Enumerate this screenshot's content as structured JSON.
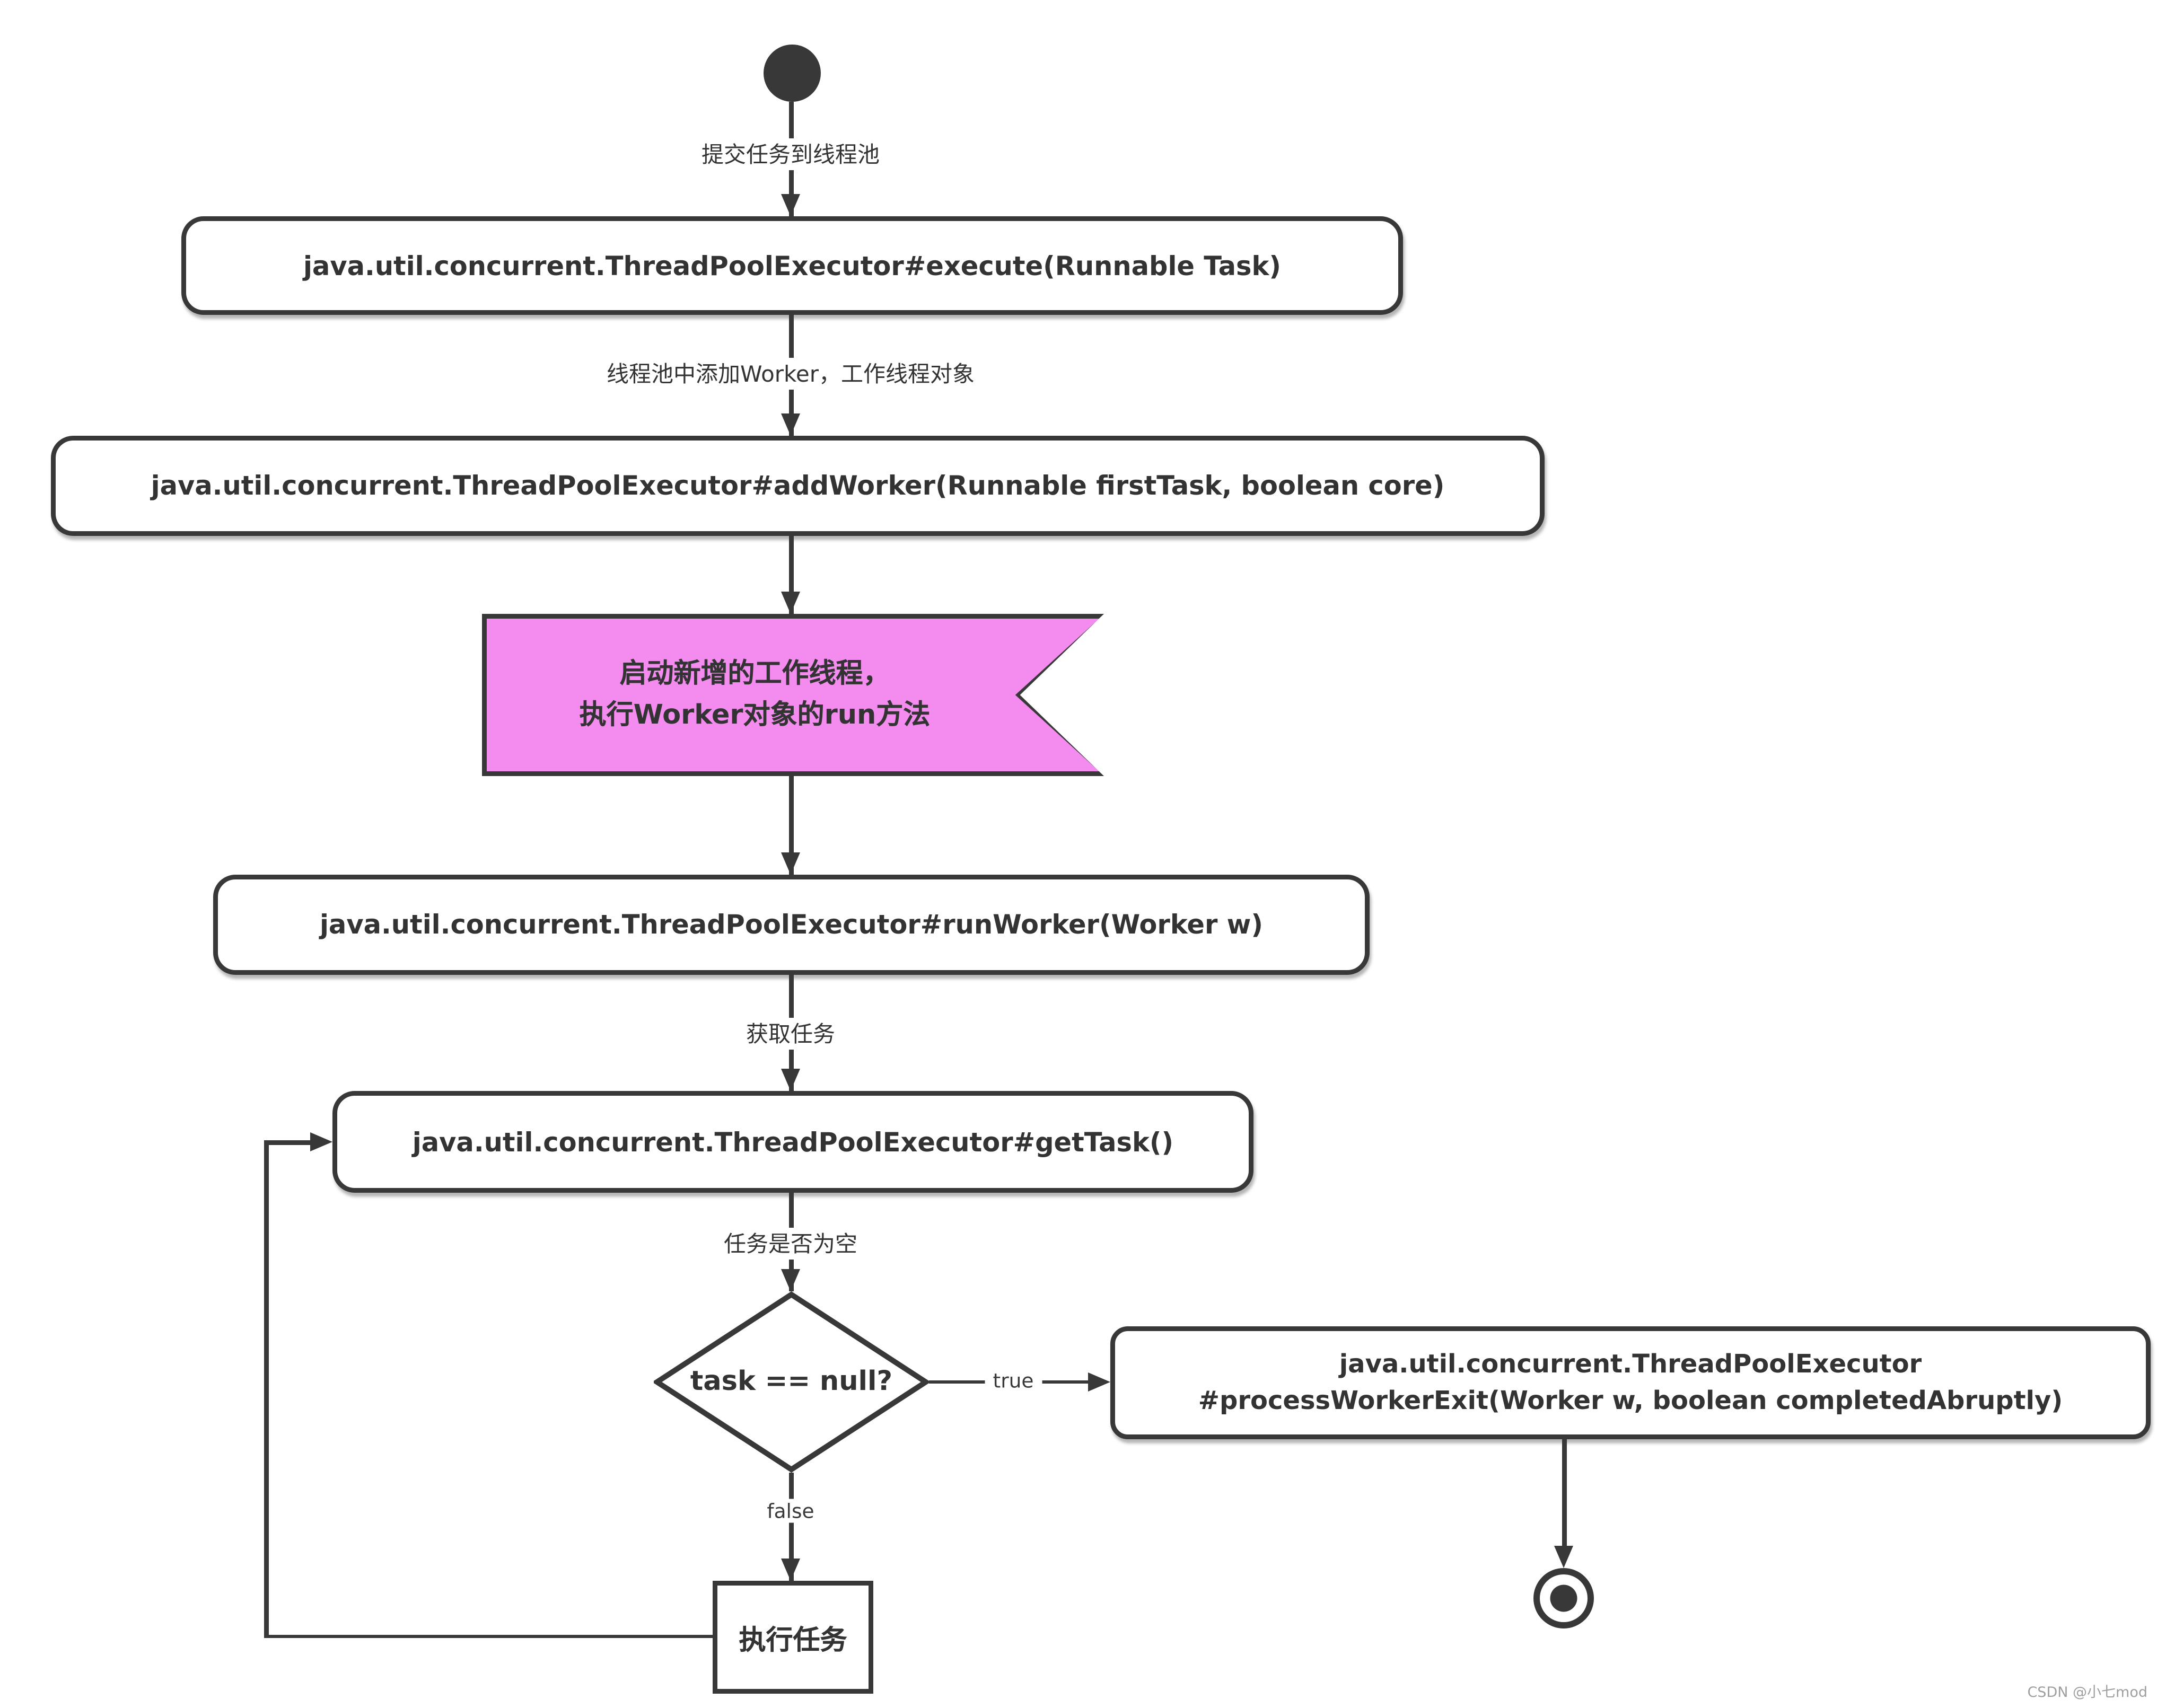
{
  "diagram": {
    "title": "ThreadPoolExecutor execution flow activity diagram",
    "nodes": {
      "execute": "java.util.concurrent.ThreadPoolExecutor#execute(Runnable Task)",
      "add_worker": "java.util.concurrent.ThreadPoolExecutor#addWorker(Runnable firstTask, boolean core)",
      "banner_line1": "启动新增的工作线程，",
      "banner_line2": "执行Worker对象的run方法",
      "run_worker": "java.util.concurrent.ThreadPoolExecutor#runWorker(Worker w)",
      "get_task": "java.util.concurrent.ThreadPoolExecutor#getTask()",
      "decision": "task == null?",
      "process_worker_exit_line1": "java.util.concurrent.ThreadPoolExecutor",
      "process_worker_exit_line2": "#processWorkerExit(Worker w, boolean completedAbruptly)",
      "execute_task": "执行任务"
    },
    "edge_labels": {
      "submit": "提交任务到线程池",
      "add_worker": "线程池中添加Worker，工作线程对象",
      "get_task": "获取任务",
      "is_null": "任务是否为空",
      "when_true": "true",
      "when_false": "false"
    },
    "colors": {
      "line": "#383838",
      "node_fill": "#ffffff",
      "banner_fill": "#F48CF0",
      "text": "#333333",
      "watermark": "#9e9e9e"
    },
    "watermark": "CSDN @小七mod"
  }
}
